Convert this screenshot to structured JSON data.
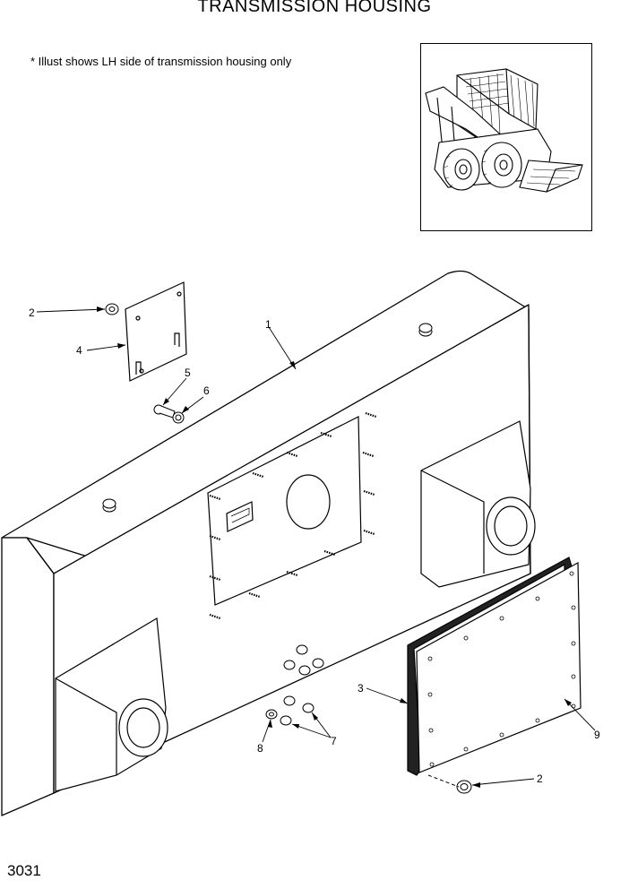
{
  "title": "TRANSMISSION HOUSING",
  "note": "* Illust shows LH side of transmission housing only",
  "page_number": "3031",
  "callouts": {
    "c1": "1",
    "c2a": "2",
    "c2b": "2",
    "c3": "3",
    "c4": "4",
    "c5": "5",
    "c6": "6",
    "c7": "7",
    "c8": "8",
    "c9": "9"
  }
}
